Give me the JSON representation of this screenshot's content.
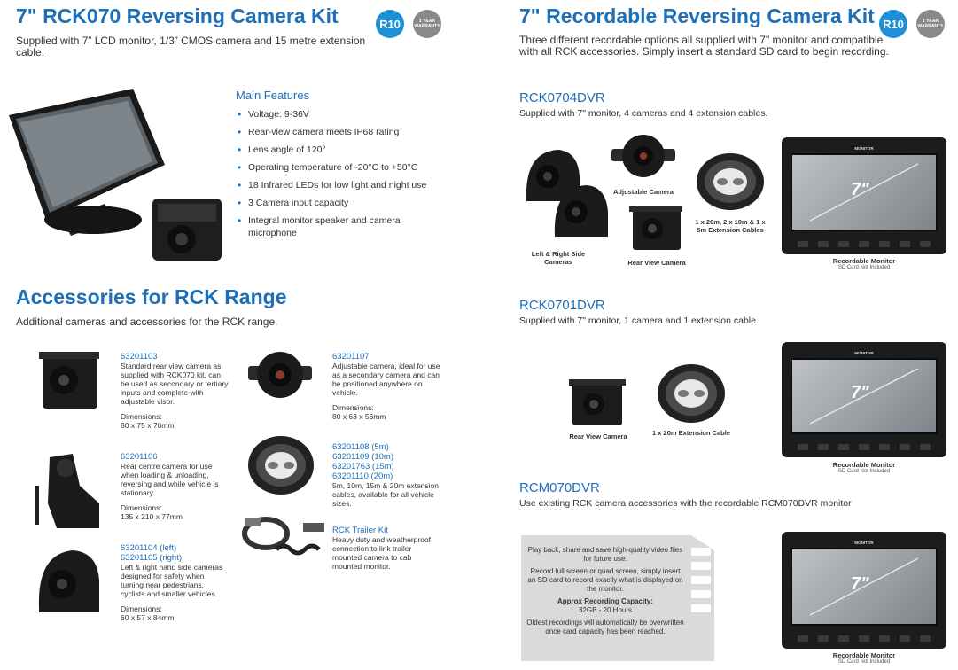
{
  "left": {
    "title": "7\" RCK070 Reversing Camera Kit",
    "subtitle": "Supplied with 7” LCD monitor, 1/3” CMOS camera and 15 metre extension cable.",
    "badge": "R10",
    "warranty": "1 YEAR WARRANTY",
    "features_title": "Main Features",
    "features": [
      "Voltage: 9-36V",
      "Rear-view camera meets IP68 rating",
      "Lens angle of 120°",
      "Operating temperature of -20°C to +50°C",
      "18 Infrared LEDs for low light and night use",
      "3 Camera input capacity",
      "Integral monitor speaker and camera microphone"
    ],
    "accessories_title": "Accessories for RCK Range",
    "accessories_subtitle": "Additional cameras and accessories for the RCK range.",
    "accessories": [
      {
        "code": "63201103",
        "desc": "Standard rear view camera as supplied with RCK070 kit, can be used as secondary or tertiary inputs and complete with adjustable visor.",
        "dim_label": "Dimensions:",
        "dim": "80 x 75 x 70mm"
      },
      {
        "code": "63201106",
        "desc": "Rear centre camera for use when loading & unloading, reversing and while vehicle is stationary.",
        "dim_label": "Dimensions:",
        "dim": "135 x 210 x 77mm"
      },
      {
        "code": "63201104 (left)",
        "code2": "63201105 (right)",
        "desc": "Left & right hand side cameras designed for safety when turning near pedestrians, cyclists and smaller vehicles.",
        "dim_label": "Dimensions:",
        "dim": "60 x 57 x 84mm"
      },
      {
        "code": "63201107",
        "desc": "Adjustable camera, ideal for use as a secondary camera and can be positioned anywhere on vehicle.",
        "dim_label": "Dimensions:",
        "dim": "80 x 63 x 56mm"
      },
      {
        "codes": [
          "63201108 (5m)",
          "63201109 (10m)",
          "63201763 (15m)",
          "63201110 (20m)"
        ],
        "desc": "5m, 10m, 15m & 20m extension cables, available for all vehicle sizes."
      },
      {
        "code": "RCK Trailer Kit",
        "desc": "Heavy duty and weatherproof connection to link trailer mounted camera to cab mounted monitor."
      }
    ]
  },
  "right": {
    "title": "7\" Recordable Reversing Camera Kit",
    "subtitle": "Three different recordable options all supplied with 7\" monitor and compatible with all RCK accessories. Simply insert a standard SD card to begin recording.",
    "badge": "R10",
    "warranty": "1 YEAR WARRANTY",
    "kits": [
      {
        "name": "RCK0704DVR",
        "desc": "Supplied with 7\" monitor, 4 cameras and 4 extension cables.",
        "captions": [
          "Adjustable Camera",
          "Left & Right Side Cameras",
          "Rear View Camera",
          "1 x 20m, 2 x 10m & 1 x 5m Extension Cables"
        ]
      },
      {
        "name": "RCK0701DVR",
        "desc": "Supplied with 7\" monitor, 1 camera and 1 extension cable.",
        "captions": [
          "Rear View Camera",
          "1 x 20m Extension Cable"
        ]
      },
      {
        "name": "RCM070DVR",
        "desc": "Use existing RCK camera accessories with the recordable RCM070DVR monitor",
        "sd_lines": [
          "Play back, share and save high-quality video files for future use.",
          "Record full screen or quad screen, simply insert an SD card to record exactly what is displayed on the monitor.",
          "Approx Recording Capacity:",
          "32GB - 20 Hours",
          "Oldest recordings will automatically be overwritten once card capacity has been reached."
        ]
      }
    ],
    "monitor_caption": "Recordable Monitor",
    "monitor_note": "SD Card Not Included",
    "monitor_brand": "MONITOR",
    "monitor_size": "7\""
  }
}
